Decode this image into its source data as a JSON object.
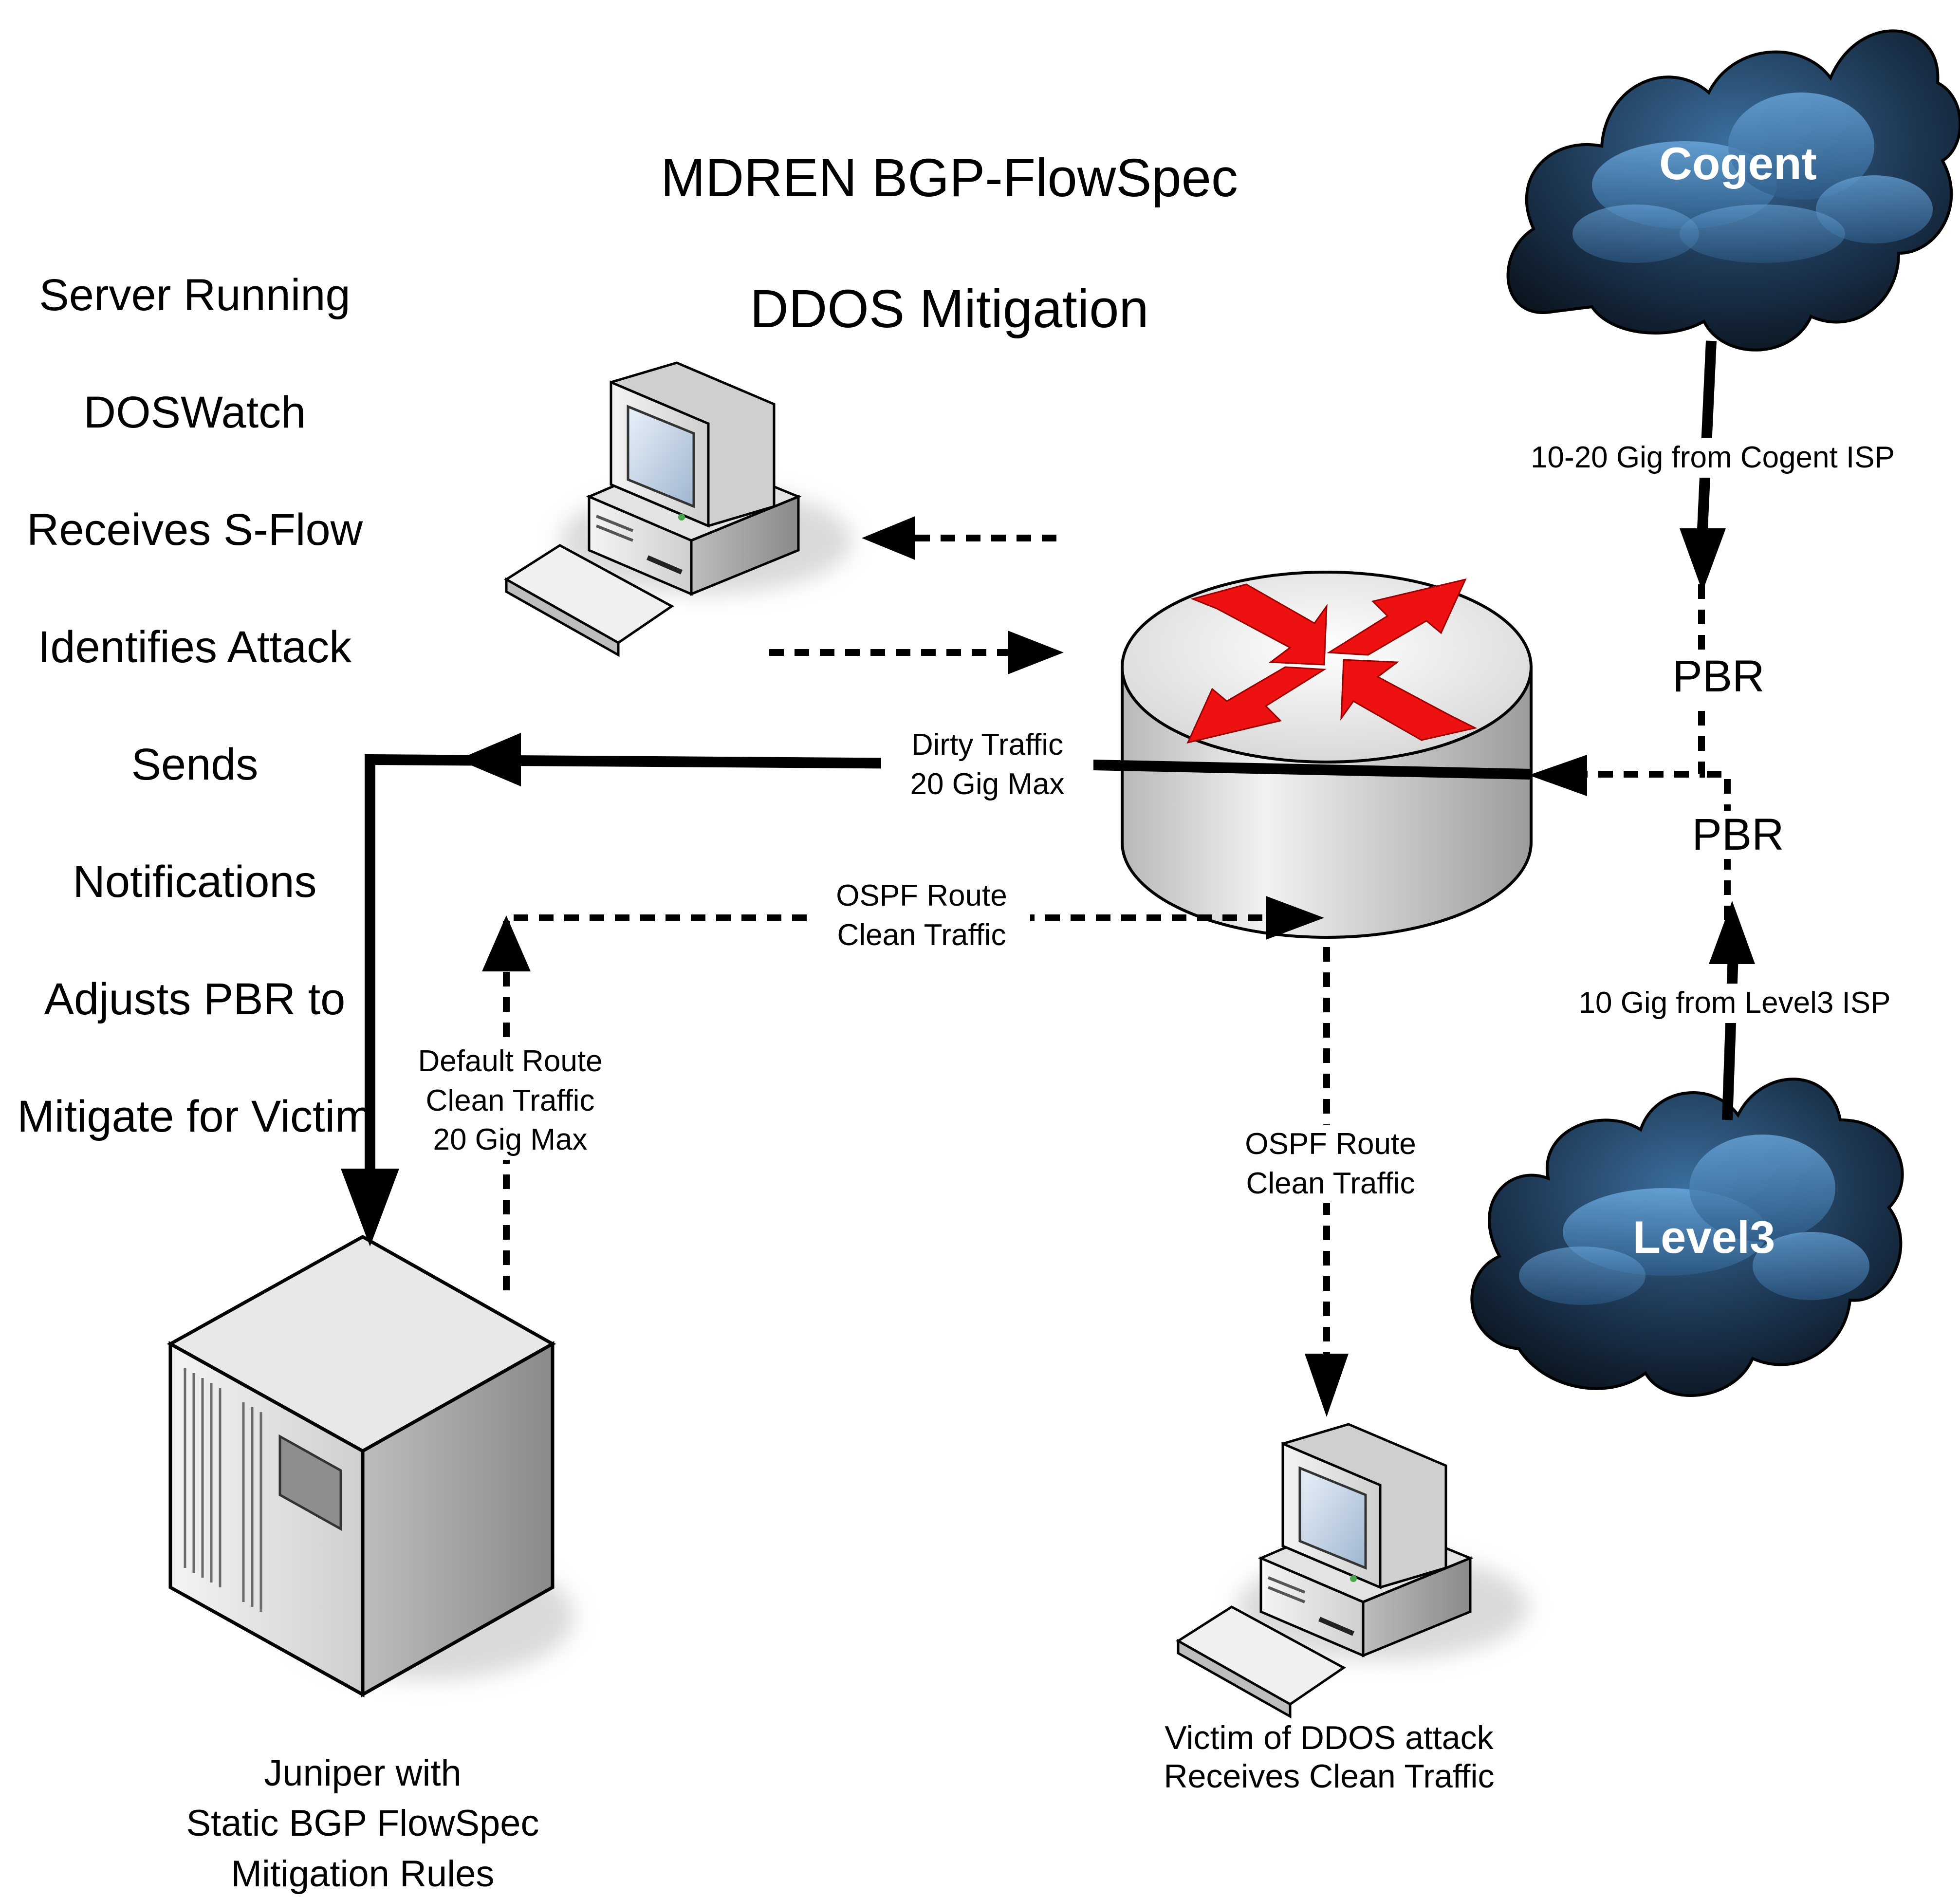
{
  "title": {
    "line1": "MDREN BGP-FlowSpec",
    "line2": "DDOS Mitigation"
  },
  "monitor_server_description": [
    "Server Running",
    "DOSWatch",
    "Receives S-Flow",
    "Identifies Attack",
    "Sends",
    "Notifications",
    "Adjusts PBR to",
    "Mitigate for Victim"
  ],
  "clouds": {
    "cogent": "Cogent",
    "level3": "Level3"
  },
  "links": {
    "cogent_uplink": "10-20 Gig from Cogent ISP",
    "level3_uplink": "10 Gig from Level3 ISP",
    "pbr_top": "PBR",
    "pbr_bottom": "PBR",
    "dirty_traffic": "Dirty Traffic\n20 Gig Max",
    "ospf_return": "OSPF Route\nClean Traffic",
    "default_route": "Default Route\nClean Traffic\n20 Gig Max",
    "ospf_to_victim": "OSPF Route\nClean Traffic"
  },
  "captions": {
    "juniper": "Juniper with\nStatic BGP FlowSpec\nMitigation Rules",
    "victim": "Victim of DDOS attack\nReceives Clean Traffic"
  },
  "colors": {
    "cloud_dark": "#0c1620",
    "cloud_light": "#4a86bd",
    "router_arrow": "#ee1111",
    "line": "#000000"
  }
}
